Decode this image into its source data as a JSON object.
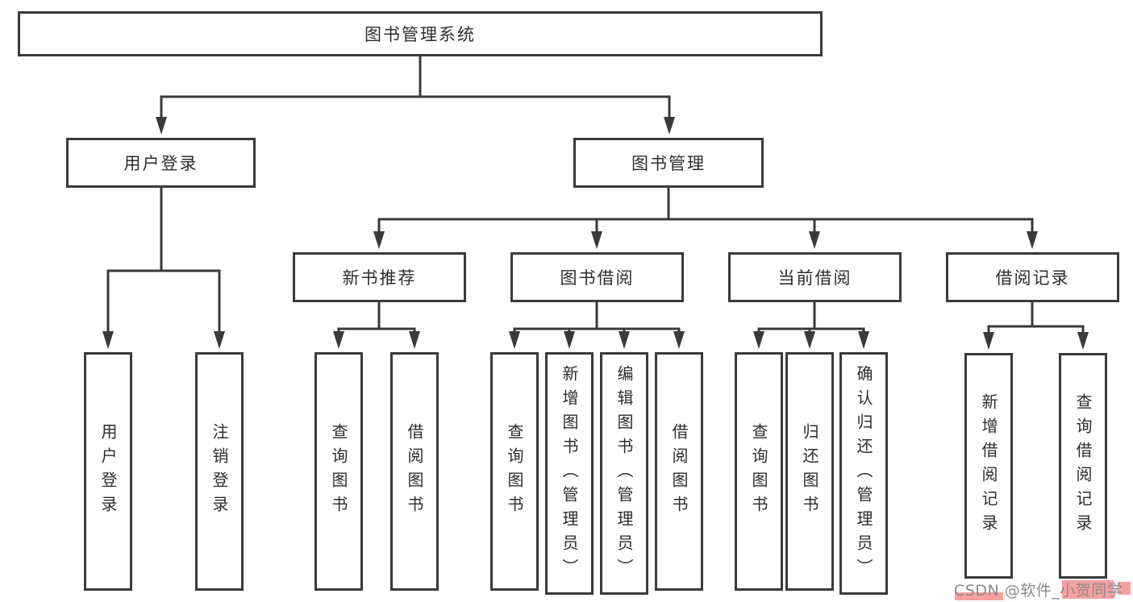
{
  "tree": {
    "root": {
      "label": "图书管理系统"
    },
    "branches": [
      {
        "label": "用户登录",
        "children": [
          {
            "label": "用户登录"
          },
          {
            "label": "注销登录"
          }
        ]
      },
      {
        "label": "图书管理",
        "groups": [
          {
            "label": "新书推荐",
            "children": [
              {
                "label": "查询图书"
              },
              {
                "label": "借阅图书"
              }
            ]
          },
          {
            "label": "图书借阅",
            "children": [
              {
                "label": "查询图书"
              },
              {
                "label": "新增图书（管理员）"
              },
              {
                "label": "编辑图书（管理员）"
              },
              {
                "label": "借阅图书"
              }
            ]
          },
          {
            "label": "当前借阅",
            "children": [
              {
                "label": "查询图书"
              },
              {
                "label": "归还图书"
              },
              {
                "label": "确认归还（管理员）"
              }
            ]
          },
          {
            "label": "借阅记录",
            "children": [
              {
                "label": "新增借阅记录"
              },
              {
                "label": "查询借阅记录"
              }
            ]
          }
        ]
      }
    ]
  },
  "watermark": {
    "text": "CSDN @软件_小贺同学"
  },
  "colors": {
    "background": "#ffffff",
    "line": "#3a3a3a",
    "box_border": "#3a3a3a",
    "text": "#2d2d2d",
    "watermark_text": "#8a8a8a",
    "watermark_highlight": "#f58f8f"
  }
}
